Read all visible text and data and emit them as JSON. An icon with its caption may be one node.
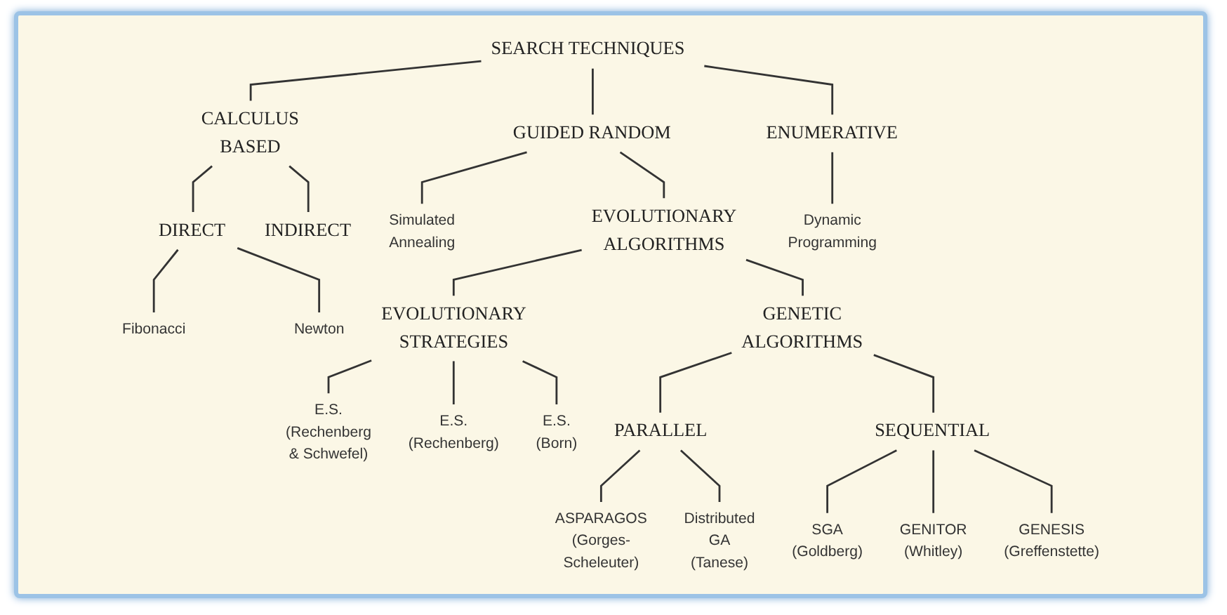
{
  "diagram": {
    "nodes": [
      {
        "text": [
          "SEARCH TECHNIQUES"
        ]
      },
      {
        "text": [
          "CALCULUS BASED"
        ]
      },
      {
        "text": [
          "GUIDED RANDOM"
        ]
      },
      {
        "text": [
          "ENUMERATIVE"
        ]
      },
      {
        "text": [
          "DIRECT"
        ]
      },
      {
        "text": [
          "INDIRECT"
        ]
      },
      {
        "text": [
          "Fibonacci"
        ]
      },
      {
        "text": [
          "Newton"
        ]
      },
      {
        "text": [
          "Simulated Annealing"
        ]
      },
      {
        "text": [
          "EVOLUTIONARY ALGORITHMS"
        ]
      },
      {
        "text": [
          "Dynamic Programming"
        ]
      },
      {
        "text": [
          "EVOLUTIONARY STRATEGIES"
        ]
      },
      {
        "text": [
          "GENETIC ALGORITHMS"
        ]
      },
      {
        "text": [
          "E.S. (Rechenberg & Schwefel)"
        ]
      },
      {
        "text": [
          "E.S. (Rechenberg)"
        ]
      },
      {
        "text": [
          "E.S. (Born)"
        ]
      },
      {
        "text": [
          "PARALLEL"
        ]
      },
      {
        "text": [
          "SEQUENTIAL"
        ]
      },
      {
        "text": [
          "ASPARAGOS (Gorges- Scheleuter)"
        ]
      },
      {
        "text": [
          "Distributed GA (Tanese)"
        ]
      },
      {
        "text": [
          "SGA (Goldberg)"
        ]
      },
      {
        "text": [
          "GENITOR (Whitley)"
        ]
      },
      {
        "text": [
          "GENESIS (Greffenstette)"
        ]
      }
    ],
    "edges": [
      {
        "from": 0,
        "to": 1,
        "arrow": "none"
      },
      {
        "from": 0,
        "to": 2,
        "arrow": "none"
      },
      {
        "from": 0,
        "to": 3,
        "arrow": "none"
      },
      {
        "from": 1,
        "to": 4,
        "arrow": "none"
      },
      {
        "from": 1,
        "to": 5,
        "arrow": "none"
      },
      {
        "from": 4,
        "to": 6,
        "arrow": "none"
      },
      {
        "from": 4,
        "to": 7,
        "arrow": "none"
      },
      {
        "from": 2,
        "to": 8,
        "arrow": "none"
      },
      {
        "from": 2,
        "to": 9,
        "arrow": "none"
      },
      {
        "from": 3,
        "to": 10,
        "arrow": "none"
      },
      {
        "from": 9,
        "to": 11,
        "arrow": "none"
      },
      {
        "from": 9,
        "to": 12,
        "arrow": "none"
      },
      {
        "from": 11,
        "to": 13,
        "arrow": "none"
      },
      {
        "from": 11,
        "to": 14,
        "arrow": "none"
      },
      {
        "from": 11,
        "to": 15,
        "arrow": "none"
      },
      {
        "from": 12,
        "to": 16,
        "arrow": "none"
      },
      {
        "from": 12,
        "to": 17,
        "arrow": "none"
      },
      {
        "from": 16,
        "to": 18,
        "arrow": "none"
      },
      {
        "from": 16,
        "to": 19,
        "arrow": "none"
      },
      {
        "from": 17,
        "to": 20,
        "arrow": "none"
      },
      {
        "from": 17,
        "to": 21,
        "arrow": "none"
      },
      {
        "from": 17,
        "to": 22,
        "arrow": "none"
      }
    ]
  }
}
